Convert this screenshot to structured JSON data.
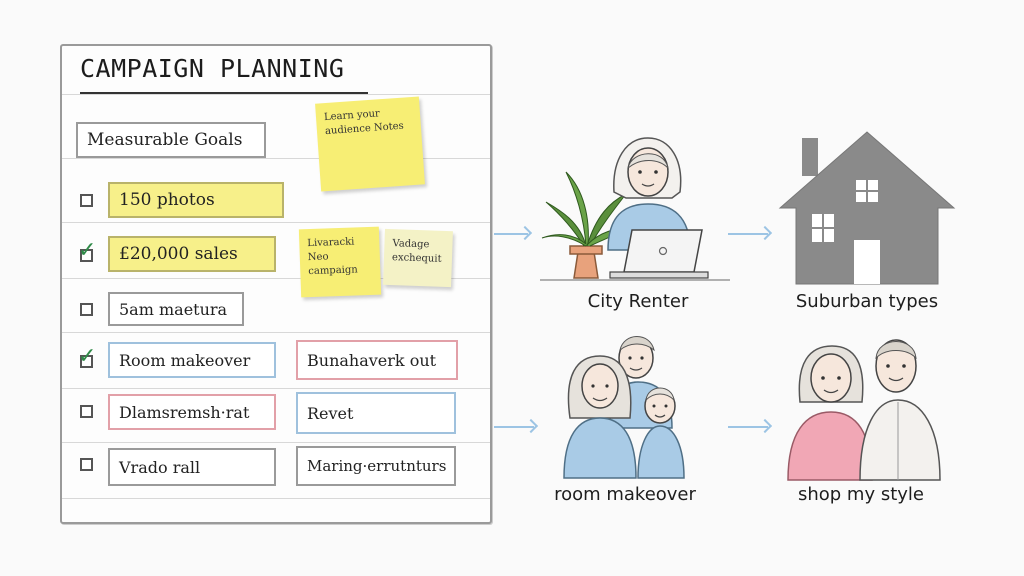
{
  "sheet": {
    "title": "CAMPAIGN PLANNING",
    "goals_header": "Measurable Goals",
    "sticky_main": [
      "Learn your",
      "audience Notes"
    ],
    "sticky_left": [
      "Livaracki",
      "Neo campaign"
    ],
    "sticky_right": [
      "Vadage",
      "exchequit"
    ],
    "rows": [
      {
        "label": "150 photos",
        "checked": false,
        "highlight": "yellow"
      },
      {
        "label": "£20,000 sales",
        "checked": true,
        "highlight": "yellow"
      },
      {
        "label": "5am maetura",
        "checked": false,
        "highlight": "none"
      },
      {
        "label": "Room makeover",
        "checked": true,
        "highlight": "blue"
      },
      {
        "label": "Dlamsremsh·rat",
        "checked": false,
        "highlight": "red"
      },
      {
        "label": "Vrado rall",
        "checked": false,
        "highlight": "none"
      }
    ],
    "side_boxes": [
      "Bunahaverk out",
      "Revet",
      "Maring·errutnturs"
    ]
  },
  "personas": {
    "city_renter": "City Renter",
    "suburban_types": "Suburban types",
    "room_makeover": "room makeover",
    "shop_my_style": "shop my style"
  },
  "colors": {
    "highlight_yellow": "#f7f08a",
    "box_blue": "#9fc1dd",
    "box_red": "#e2a0a8",
    "check_green": "#2f8a48",
    "arrow_blue": "#9cc4e4",
    "house_gray": "#8a8a8a",
    "shirt_blue": "#a9cbe6",
    "shirt_pink": "#f1a7b5"
  }
}
